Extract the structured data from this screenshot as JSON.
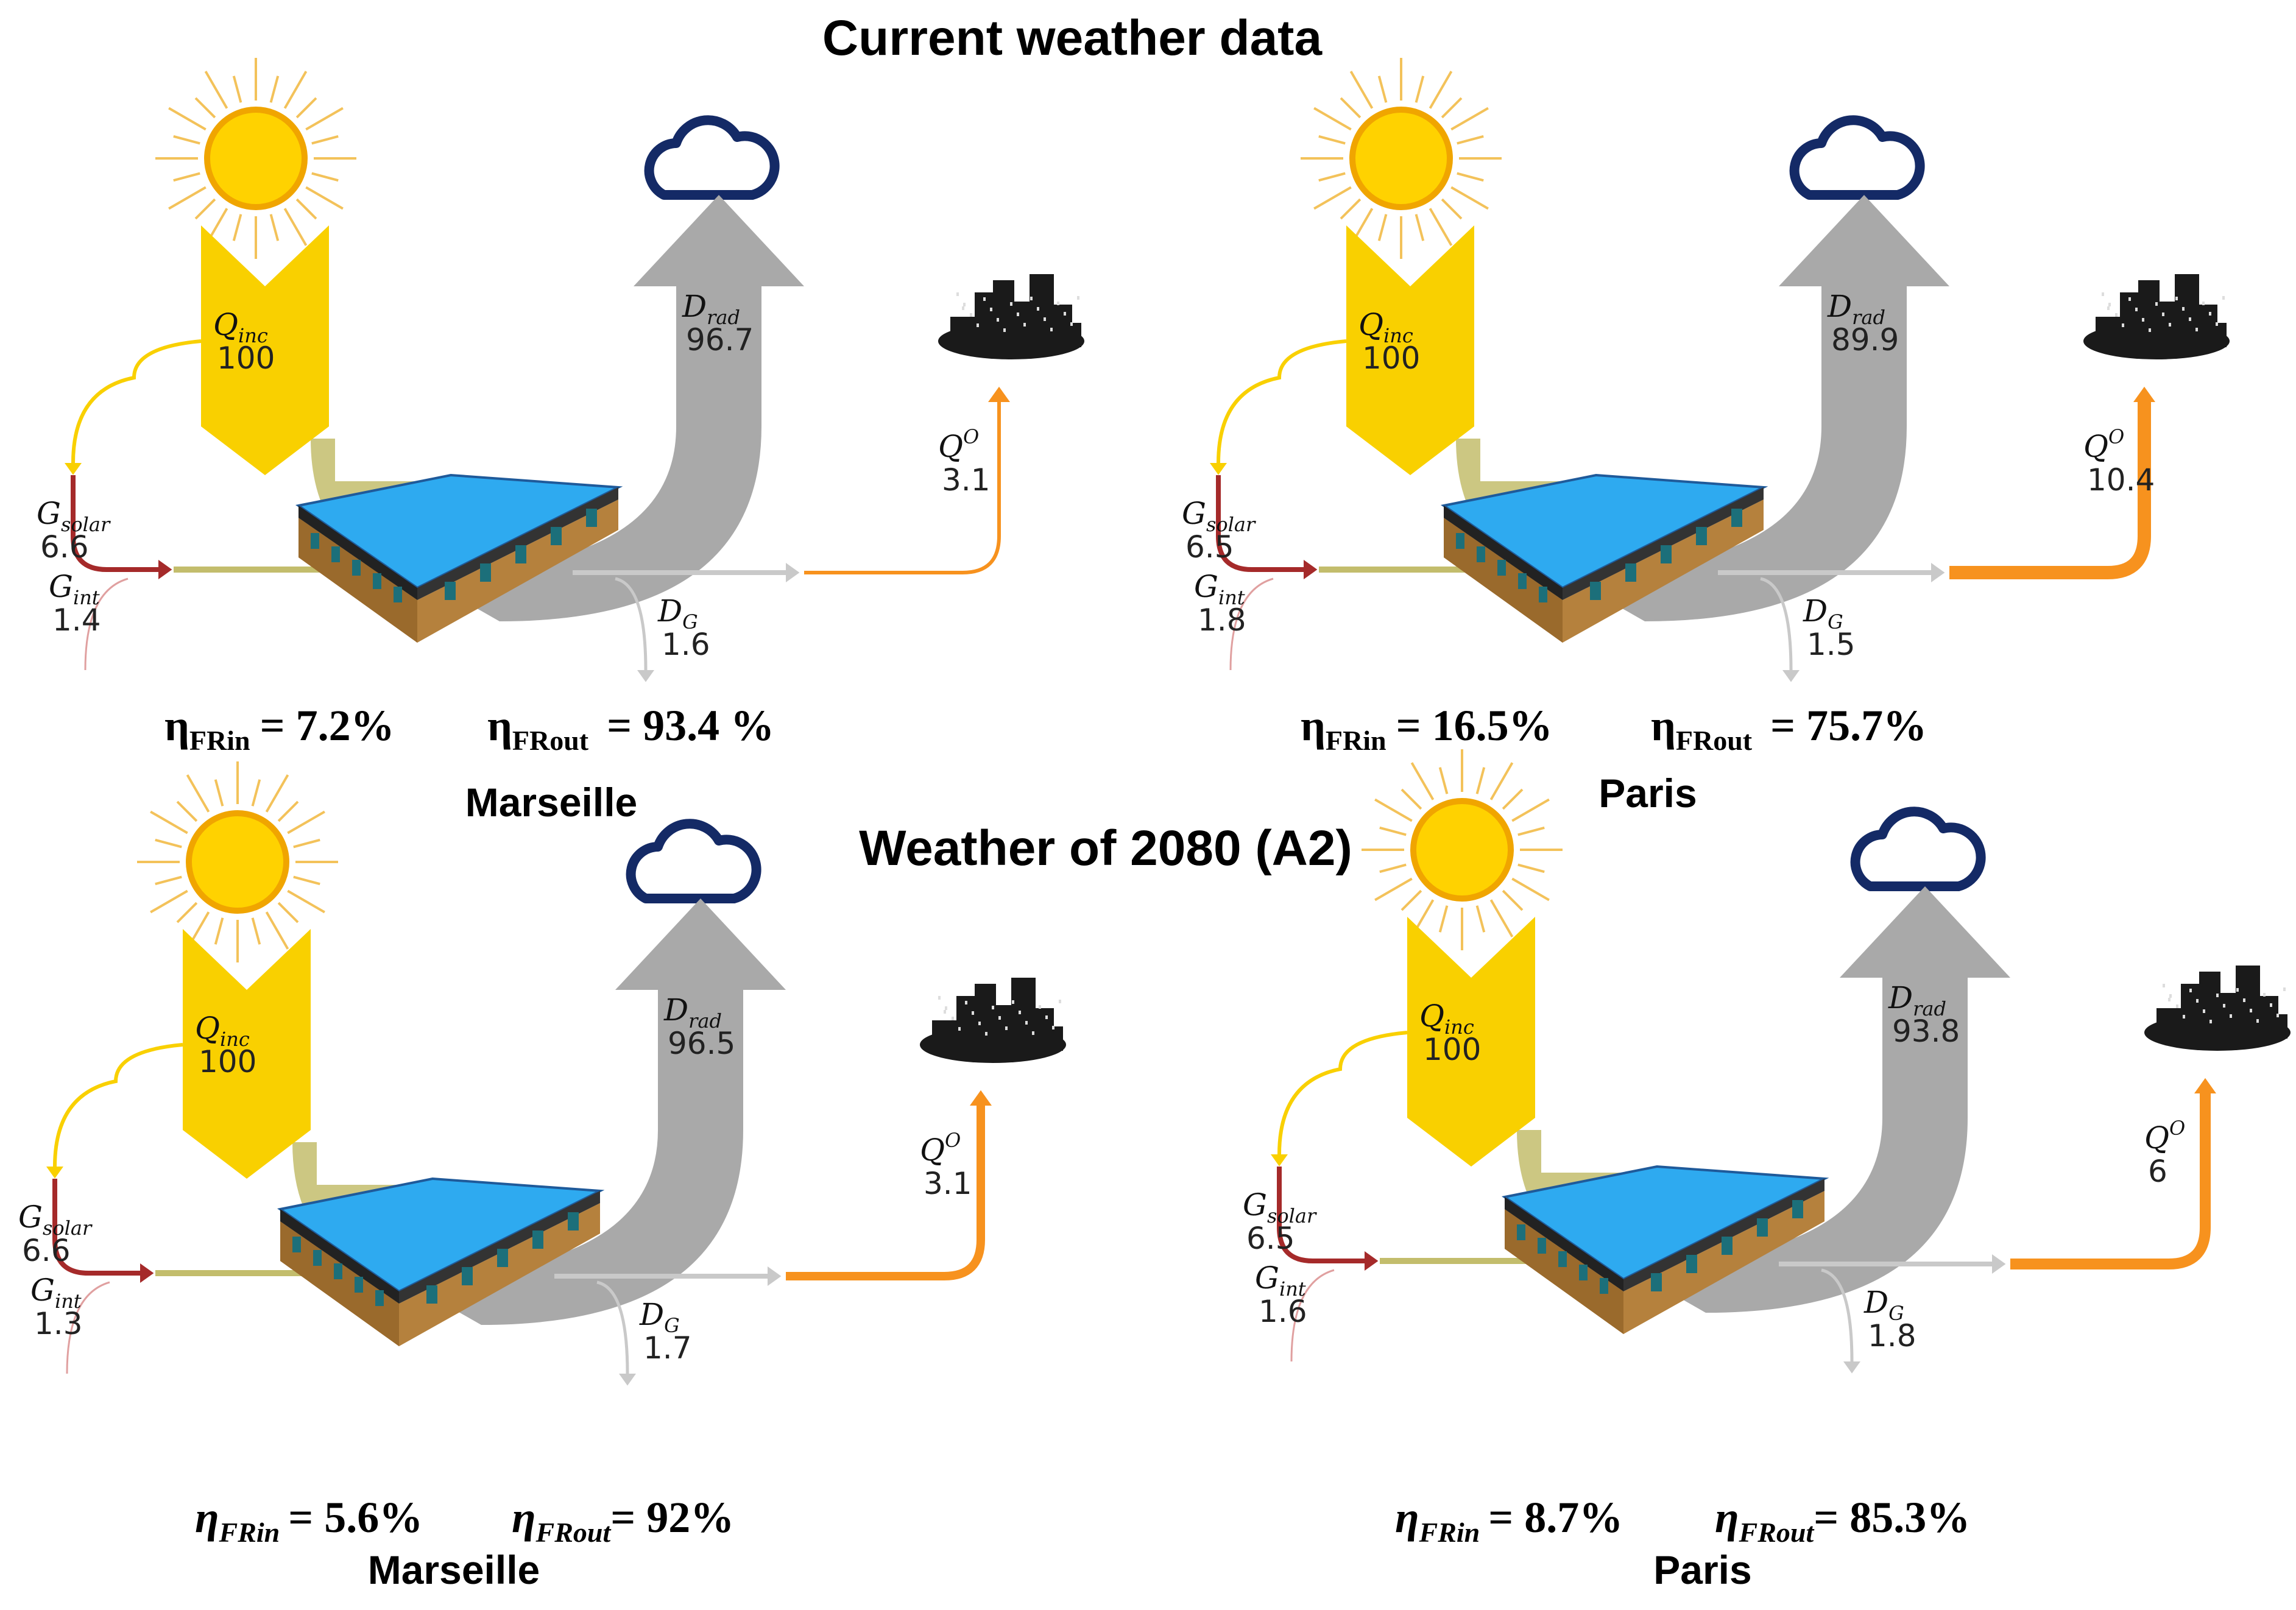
{
  "headings": {
    "current": "Current weather data",
    "future": "Weather of 2080 (A2)"
  },
  "symbols": {
    "q_inc_main": "Q",
    "q_inc_sub": "inc",
    "d_rad_main": "D",
    "d_rad_sub": "rad",
    "g_solar_main": "G",
    "g_solar_sub": "solar",
    "g_int_main": "G",
    "g_int_sub": "int",
    "d_g_main": "D",
    "d_g_sub": "G",
    "q_o_main": "Q",
    "q_o_sup": "O"
  },
  "eta_labels": {
    "eta": "η",
    "fr_in": "FRin",
    "fr_out": "FRout"
  },
  "panels": [
    {
      "city": "Marseille",
      "q_inc": "100",
      "d_rad": "96.7",
      "q_o": "3.1",
      "g_solar": "6.6",
      "g_int": "1.4",
      "d_g": "1.6",
      "eta_in_value": "= 7.2%",
      "eta_out_value": "= 93.4 %"
    },
    {
      "city": "Paris",
      "q_inc": "100",
      "d_rad": "89.9",
      "q_o": "10.4",
      "g_solar": "6.5",
      "g_int": "1.8",
      "d_g": "1.5",
      "eta_in_value": "= 16.5%",
      "eta_out_value": "= 75.7%"
    },
    {
      "city": "Marseille",
      "q_inc": "100",
      "d_rad": "96.5",
      "q_o": "3.1",
      "g_solar": "6.6",
      "g_int": "1.3",
      "d_g": "1.7",
      "eta_in_value": "= 5.6%",
      "eta_out_value": "= 92%"
    },
    {
      "city": "Paris",
      "q_inc": "100",
      "d_rad": "93.8",
      "q_o": "6",
      "g_solar": "6.5",
      "g_int": "1.6",
      "d_g": "1.8",
      "eta_in_value": "= 8.7%",
      "eta_out_value": "= 85.3%"
    }
  ],
  "colors": {
    "incident": "#f9d000",
    "absorbed": "#c3bd6c",
    "reflected": "#a9a9a9",
    "ground": "#c9c9c9",
    "outgoing": "#f7921e",
    "solar_gain": "#a52a2a",
    "internal_gain": "#e0a0a0",
    "cloud_outline": "#142a66",
    "sun_core": "#ffd200",
    "roof": "#2eaaf0",
    "wall": "#b5813d",
    "city": "#1a1a1a"
  }
}
